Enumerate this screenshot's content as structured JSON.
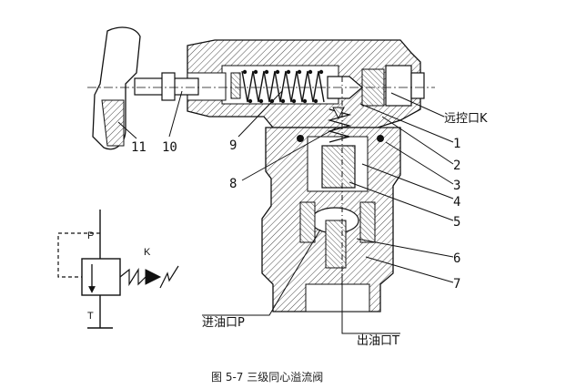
{
  "caption": "图 5-7   三级同心溢流阀",
  "symbol": {
    "port_p": "P",
    "port_t": "T",
    "port_k": "K"
  },
  "callouts": {
    "n1": "1",
    "n2": "2",
    "n3": "3",
    "n4": "4",
    "n5": "5",
    "n6": "6",
    "n7": "7",
    "n8": "8",
    "n9": "9",
    "n10": "10",
    "n11": "11"
  },
  "ports": {
    "remote": "远控口K",
    "inlet": "进油口P",
    "outlet": "出油口T"
  }
}
